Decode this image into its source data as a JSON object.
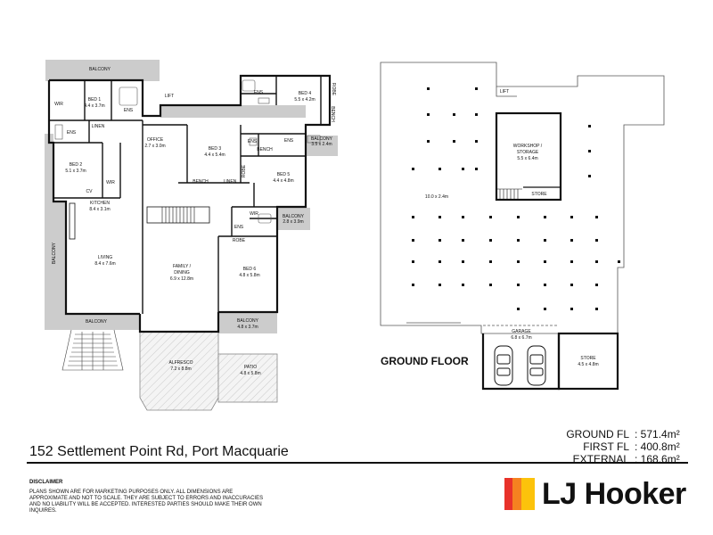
{
  "address": "152 Settlement Point Rd, Port Macquarie",
  "areas": [
    {
      "label": "GROUND FL",
      "value": ": 571.4m²"
    },
    {
      "label": "FIRST FL",
      "value": ": 400.8m²"
    },
    {
      "label": "EXTERNAL",
      "value": ": 168.6m²"
    }
  ],
  "disclaimer": {
    "title": "DISCLAIMER",
    "text": "PLANS SHOWN ARE FOR MARKETING PURPOSES ONLY. ALL DIMENSIONS ARE APPROXIMATE AND NOT TO SCALE. THEY ARE SUBJECT TO ERRORS AND INACCURACIES AND NO LIABILITY WILL BE ACCEPTED. INTERESTED PARTIES SHOULD MAKE THEIR OWN INQUIRES."
  },
  "brand": {
    "name": "LJ Hooker",
    "colors": {
      "red": "#e8322a",
      "orange": "#f58220",
      "yellow": "#fcc30b",
      "balcony": "#cccccc"
    }
  },
  "first_floor": {
    "rooms": {
      "balcony_top": "BALCONY",
      "lift": "LIFT",
      "bed1": {
        "name": "BED 1",
        "size": "4.4 x 3.7m"
      },
      "wir1": "WIR",
      "ens1": "ENS",
      "ens1b": "ENS",
      "linen1": "LINEN",
      "bed2": {
        "name": "BED 2",
        "size": "5.1 x 3.7m"
      },
      "wir2": "WIR",
      "cv": "CV",
      "office": {
        "name": "OFFICE",
        "size": "2.7 x 3.0m"
      },
      "bed3": {
        "name": "BED 3",
        "size": "4.4 x 5.4m"
      },
      "ens3": "ENS",
      "bench1": "BENCH",
      "linen2": "LINEN",
      "bed4": {
        "name": "BED 4",
        "size": "5.5 x 4.2m"
      },
      "ens4": "ENS",
      "robe4": "ROBE",
      "bench4": "BENCH",
      "balcony4": {
        "name": "BALCONY",
        "size": "3.5 x 2.4m"
      },
      "ens5": "ENS",
      "bench5": "BENCH",
      "robe5": "ROBE",
      "bed5": {
        "name": "BED 5",
        "size": "4.4 x 4.8m"
      },
      "balcony5": {
        "name": "BALCONY",
        "size": "2.8 x 3.9m"
      },
      "kitchen": {
        "name": "KITCHEN",
        "size": "8.4 x 3.1m"
      },
      "balcony_left": "BALCONY",
      "living": {
        "name": "LIVING",
        "size": "8.4 x 7.6m"
      },
      "family": {
        "name": "FAMILY /",
        "name2": "DINING",
        "size": "6.9 x 12.8m"
      },
      "wir6": "WIR",
      "ens6": "ENS",
      "robe6": "ROBE",
      "bed6": {
        "name": "BED 6",
        "size": "4.8 x 5.8m"
      },
      "balcony_bottom": "BALCONY",
      "balcony6": {
        "name": "BALCONY",
        "size": "4.8 x 3.7m"
      },
      "alfresco": {
        "name": "ALFRESCO",
        "size": "7.2 x 8.8m"
      },
      "patio": {
        "name": "PATIO",
        "size": "4.8 x 5.8m"
      }
    }
  },
  "ground_floor": {
    "title": "GROUND FLOOR",
    "rooms": {
      "lift": "LIFT",
      "workshop": {
        "name": "WORKSHOP /",
        "name2": "STORAGE",
        "size": "5.5 x 6.4m"
      },
      "store_small": "STORE",
      "underfloor": {
        "size": "10.0 x 2.4m"
      },
      "garage": {
        "name": "GARAGE",
        "size": "6.8 x 6.7m"
      },
      "store": {
        "name": "STORE",
        "size": "4.5 x 4.8m"
      }
    }
  }
}
